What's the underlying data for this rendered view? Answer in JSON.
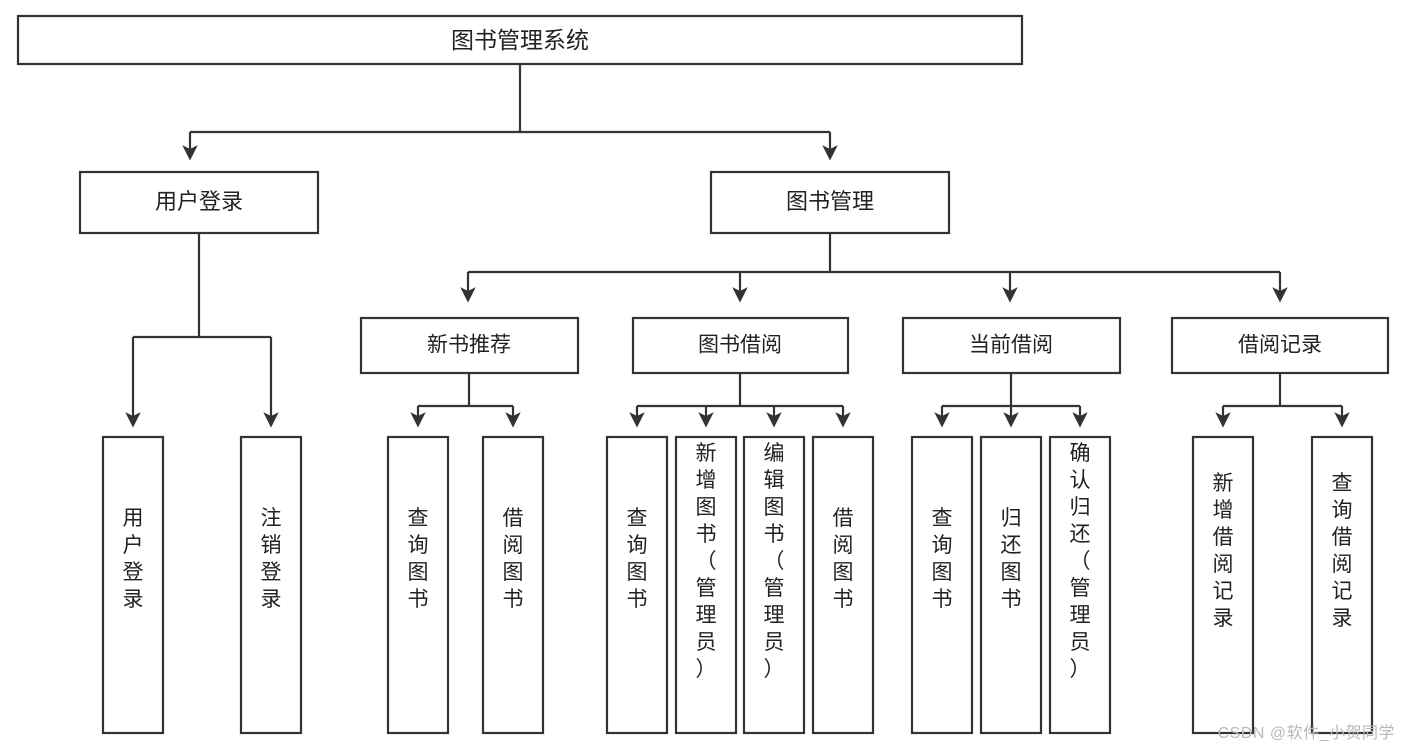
{
  "diagram": {
    "title": "图书管理系统",
    "type": "tree-hierarchy-functional-structure",
    "watermark": "CSDN @软件_小贺同学",
    "colors": {
      "stroke": "#333333",
      "box_fill": "#ffffff",
      "text": "#222222",
      "background": "#ffffff",
      "watermark": "#b8b8b8"
    },
    "root": {
      "label": "图书管理系统"
    },
    "level1": [
      {
        "id": "user-login",
        "label": "用户登录"
      },
      {
        "id": "book-management",
        "label": "图书管理"
      }
    ],
    "level2": [
      {
        "id": "new-book-recommend",
        "label": "新书推荐",
        "parent": "book-management"
      },
      {
        "id": "book-borrow",
        "label": "图书借阅",
        "parent": "book-management"
      },
      {
        "id": "current-borrow",
        "label": "当前借阅",
        "parent": "book-management"
      },
      {
        "id": "borrow-record",
        "label": "借阅记录",
        "parent": "book-management"
      }
    ],
    "leaves": [
      {
        "id": "leaf-user-login",
        "label": "用户登录",
        "parent": "user-login"
      },
      {
        "id": "leaf-user-logout",
        "label": "注销登录",
        "parent": "user-login"
      },
      {
        "id": "leaf-query-book-1",
        "label": "查询图书",
        "parent": "new-book-recommend"
      },
      {
        "id": "leaf-borrow-book-1",
        "label": "借阅图书",
        "parent": "new-book-recommend"
      },
      {
        "id": "leaf-query-book-2",
        "label": "查询图书",
        "parent": "book-borrow"
      },
      {
        "id": "leaf-add-book",
        "label": "新增图书（管理员）",
        "parent": "book-borrow"
      },
      {
        "id": "leaf-edit-book",
        "label": "编辑图书（管理员）",
        "parent": "book-borrow"
      },
      {
        "id": "leaf-borrow-book-2",
        "label": "借阅图书",
        "parent": "book-borrow"
      },
      {
        "id": "leaf-query-book-3",
        "label": "查询图书",
        "parent": "current-borrow"
      },
      {
        "id": "leaf-return-book",
        "label": "归还图书",
        "parent": "current-borrow"
      },
      {
        "id": "leaf-confirm-return",
        "label": "确认归还（管理员）",
        "parent": "current-borrow"
      },
      {
        "id": "leaf-add-record",
        "label": "新增借阅记录",
        "parent": "borrow-record"
      },
      {
        "id": "leaf-query-record",
        "label": "查询借阅记录",
        "parent": "borrow-record"
      }
    ]
  },
  "chart_data": {
    "type": "table",
    "title": "图书管理系统",
    "xlabel": "",
    "ylabel": "",
    "categories": [
      "用户登录",
      "图书管理"
    ],
    "series": [
      {
        "name": "用户登录",
        "values": [
          "用户登录",
          "注销登录"
        ]
      },
      {
        "name": "图书管理 / 新书推荐",
        "values": [
          "查询图书",
          "借阅图书"
        ]
      },
      {
        "name": "图书管理 / 图书借阅",
        "values": [
          "查询图书",
          "新增图书（管理员）",
          "编辑图书（管理员）",
          "借阅图书"
        ]
      },
      {
        "name": "图书管理 / 当前借阅",
        "values": [
          "查询图书",
          "归还图书",
          "确认归还（管理员）"
        ]
      },
      {
        "name": "图书管理 / 借阅记录",
        "values": [
          "新增借阅记录",
          "查询借阅记录"
        ]
      }
    ]
  }
}
